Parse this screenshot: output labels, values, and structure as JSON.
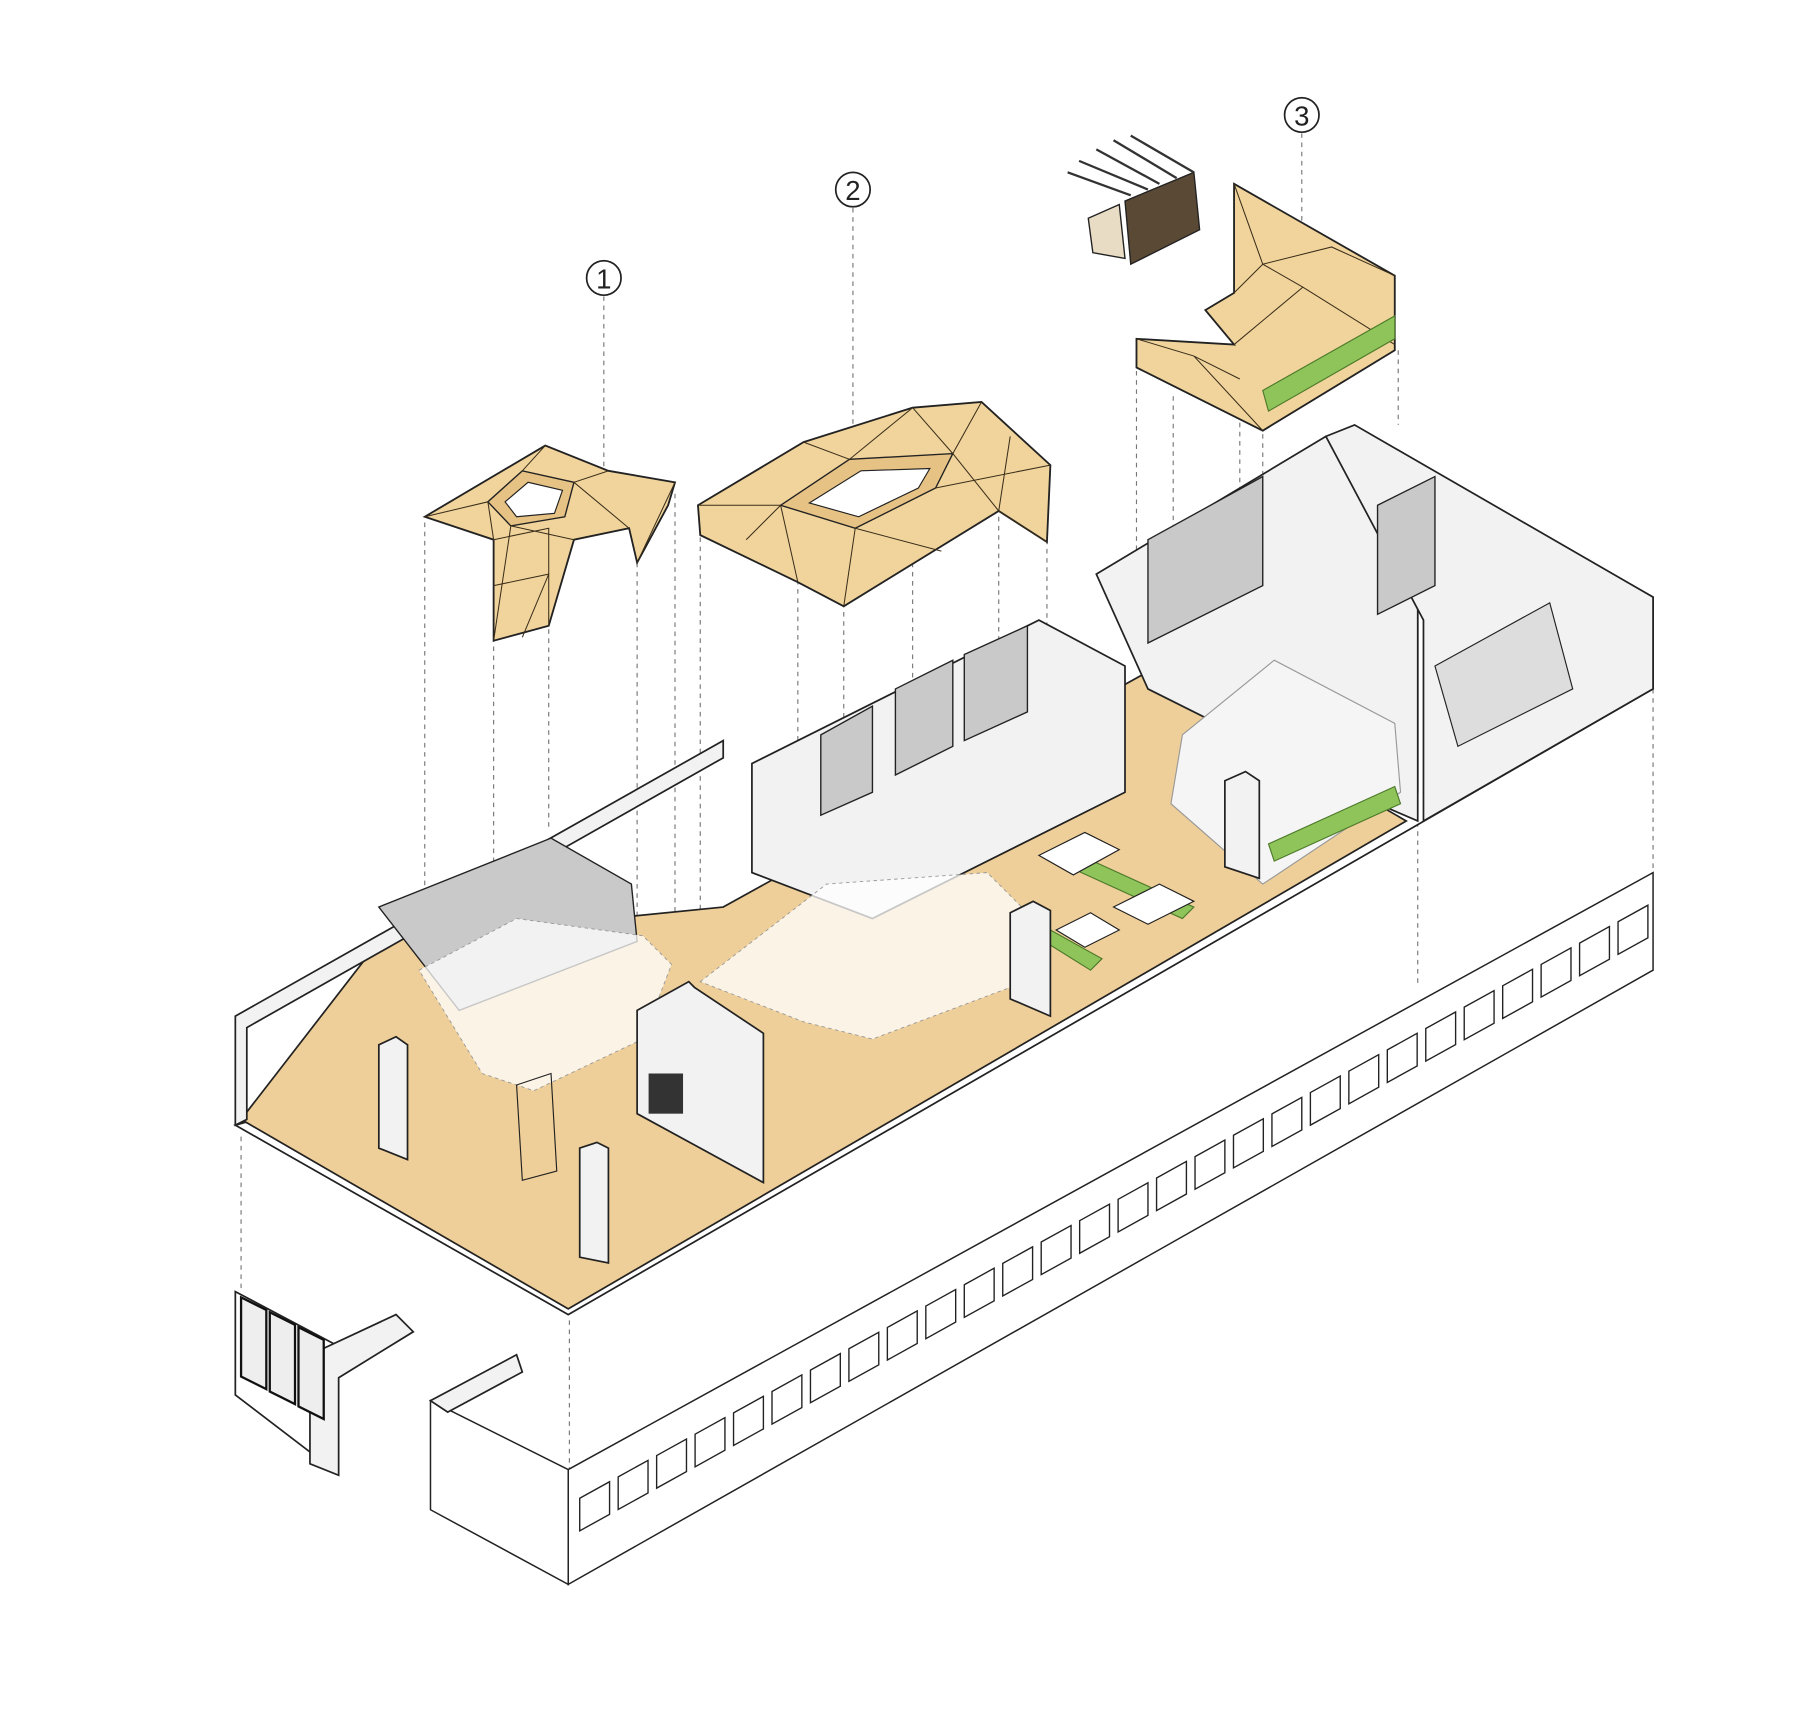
{
  "diagram": {
    "type": "exploded axonometric",
    "callouts": [
      {
        "number": "1"
      },
      {
        "number": "2"
      },
      {
        "number": "3"
      }
    ],
    "colors": {
      "canopy": "#f1d49c",
      "floor": "#efcf99",
      "planting": "#8fc45a",
      "walls": "#f2f2f2"
    }
  }
}
